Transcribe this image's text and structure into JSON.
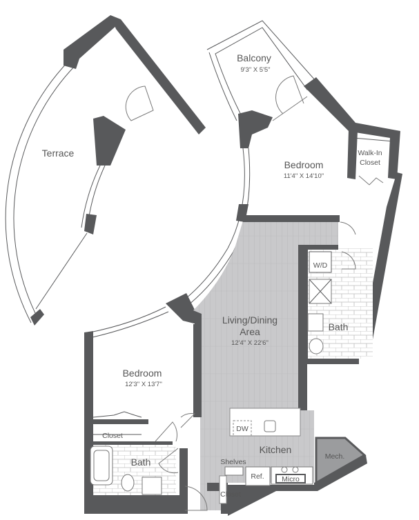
{
  "rooms": {
    "terrace": {
      "name": "Terrace"
    },
    "balcony": {
      "name": "Balcony",
      "dims": "9'3\" X 5'5\""
    },
    "bedroom_1": {
      "name": "Bedroom",
      "dims": "11'4\" X 14'10\""
    },
    "walk_in_closet": {
      "name_line1": "Walk-In",
      "name_line2": "Closet"
    },
    "washer_dryer": {
      "name": "W/D"
    },
    "bath_1": {
      "name": "Bath"
    },
    "living_dining": {
      "name_line1": "Living/Dining",
      "name_line2": "Area",
      "dims": "12'4\" X 22'6\""
    },
    "bedroom_2": {
      "name": "Bedroom",
      "dims": "12'3\" X 13'7\""
    },
    "closet_bedroom_2": {
      "name": "Closet"
    },
    "bath_2": {
      "name": "Bath"
    },
    "kitchen": {
      "name": "Kitchen"
    },
    "dishwasher": {
      "name": "DW"
    },
    "shelves": {
      "name": "Shelves"
    },
    "refrigerator": {
      "name": "Ref."
    },
    "microwave": {
      "name": "Micro"
    },
    "closet_entry": {
      "name": "Closet"
    },
    "mechanical": {
      "name": "Mech."
    }
  },
  "colors": {
    "wall": "#58595b",
    "wood_floor": "#c9c9cb",
    "tile": "#e4e4e4",
    "mech": "#9b9c9e"
  }
}
